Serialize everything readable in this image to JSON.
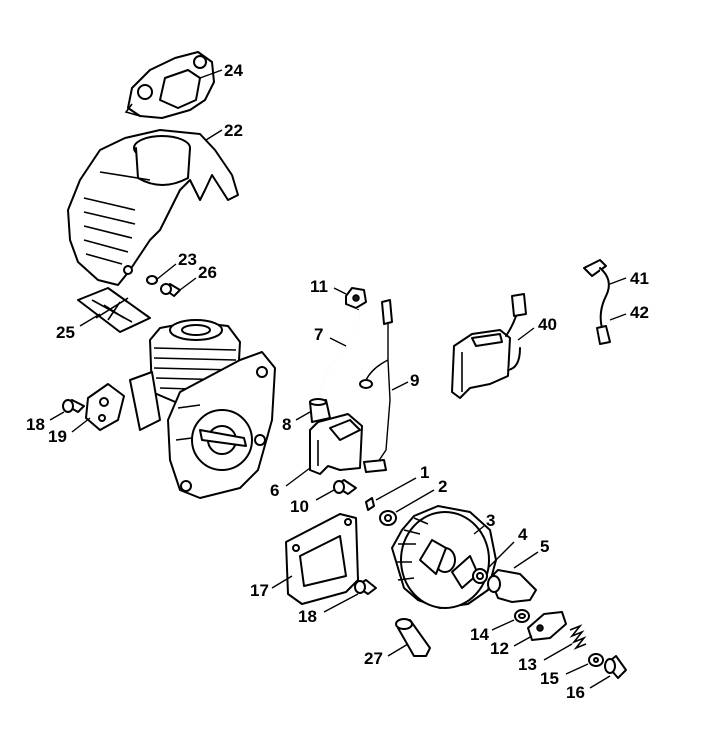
{
  "callouts": [
    {
      "id": "c24",
      "text": "24"
    },
    {
      "id": "c22",
      "text": "22"
    },
    {
      "id": "c23",
      "text": "23"
    },
    {
      "id": "c26",
      "text": "26"
    },
    {
      "id": "c25",
      "text": "25"
    },
    {
      "id": "c11",
      "text": "11"
    },
    {
      "id": "c7",
      "text": "7"
    },
    {
      "id": "c41",
      "text": "41"
    },
    {
      "id": "c42",
      "text": "42"
    },
    {
      "id": "c40",
      "text": "40"
    },
    {
      "id": "c9",
      "text": "9"
    },
    {
      "id": "c8",
      "text": "8"
    },
    {
      "id": "c18a",
      "text": "18"
    },
    {
      "id": "c19",
      "text": "19"
    },
    {
      "id": "c6",
      "text": "6"
    },
    {
      "id": "c10",
      "text": "10"
    },
    {
      "id": "c1",
      "text": "1"
    },
    {
      "id": "c2",
      "text": "2"
    },
    {
      "id": "c3",
      "text": "3"
    },
    {
      "id": "c4",
      "text": "4"
    },
    {
      "id": "c5",
      "text": "5"
    },
    {
      "id": "c17",
      "text": "17"
    },
    {
      "id": "c18b",
      "text": "18"
    },
    {
      "id": "c14",
      "text": "14"
    },
    {
      "id": "c12",
      "text": "12"
    },
    {
      "id": "c27",
      "text": "27"
    },
    {
      "id": "c13",
      "text": "13"
    },
    {
      "id": "c15",
      "text": "15"
    },
    {
      "id": "c16",
      "text": "16"
    }
  ]
}
